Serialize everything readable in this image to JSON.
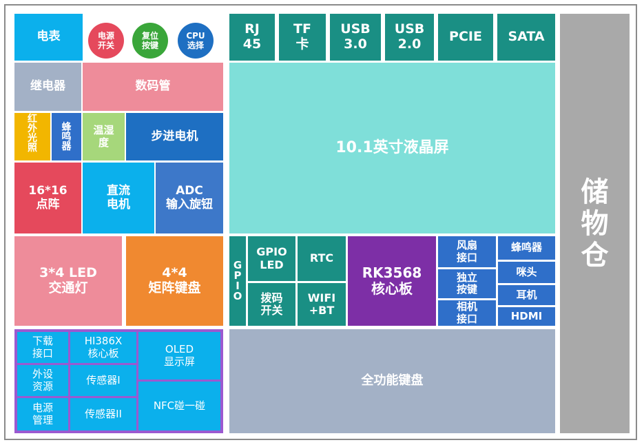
{
  "colors": {
    "cyan": "#0bb0ec",
    "teal": "#1a8f84",
    "mint": "#7fdfd9",
    "grey": "#a9a9a9",
    "blue_grey": "#a3b1c6",
    "pink": "#ee8c9a",
    "red": "#e5495c",
    "yellow": "#f2b600",
    "blue": "#2f6fc9",
    "dark_blue": "#1e6fc2",
    "green": "#a6d77b",
    "orange": "#f08930",
    "purple": "#7d2fa6",
    "mid_blue": "#3d78c9",
    "frame_purple": "#9b59d0"
  },
  "left_panel": {
    "meter": "电表",
    "power_switch": "电源\n开关",
    "reset_key": "复位\n按键",
    "cpu_select": "CPU\n选择",
    "relay": "继电器",
    "digital_tube": "数码管",
    "infrared": "红\n外\n光\n照",
    "buzzer": "蜂\n鸣\n器",
    "humiture": "温湿\n度",
    "stepper_motor": "步进电机",
    "dot_matrix": "16*16\n点阵",
    "dc_motor": "直流\n电机",
    "adc_knob": "ADC\n输入旋钮",
    "traffic_light": "3*4 LED\n交通灯",
    "matrix_keypad": "4*4\n矩阵键盘"
  },
  "hi386x_group": {
    "download_port": "下载\n接口",
    "hi386x_core": "HI386X\n核心板",
    "oled": "OLED\n显示屏",
    "peripheral": "外设\n资源",
    "sensor1": "传感器I",
    "nfc": "NFC碰一碰",
    "power_mgmt": "电源\n管理",
    "sensor2": "传感器II"
  },
  "top_ports": {
    "rj45": "RJ\n45",
    "tf": "TF\n卡",
    "usb3": "USB\n3.0",
    "usb2": "USB\n2.0",
    "pcie": "PCIE",
    "sata": "SATA"
  },
  "screen": "10.1英寸液晶屏",
  "rk_group": {
    "gpio": "G\nP\nI\nO",
    "gpio_led": "GPIO\nLED",
    "rtc": "RTC",
    "dip_switch": "拨码\n开关",
    "wifi_bt": "WIFI\n+BT",
    "rk3568": "RK3568\n核心板",
    "fan": "风扇\n接口",
    "buzzer": "蜂鸣器",
    "independent_key": "独立\n按键",
    "mic": "咪头",
    "camera": "相机\n接口",
    "earphone": "耳机",
    "hdmi": "HDMI"
  },
  "keyboard": "全功能键盘",
  "storage": "储\n物\n仓"
}
